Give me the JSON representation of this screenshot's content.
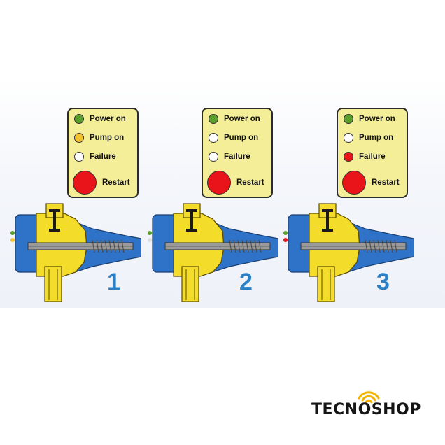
{
  "panels": [
    {
      "number": "1",
      "indicators": [
        {
          "label": "Power on",
          "color": "#5a9e2c"
        },
        {
          "label": "Pump on",
          "color": "#f2c230"
        },
        {
          "label": "Failure",
          "color": "#ffffff"
        },
        {
          "label": "Restart",
          "color": "#e8141a"
        }
      ]
    },
    {
      "number": "2",
      "indicators": [
        {
          "label": "Power on",
          "color": "#5a9e2c"
        },
        {
          "label": "Pump on",
          "color": "#ffffff"
        },
        {
          "label": "Failure",
          "color": "#ffffff"
        },
        {
          "label": "Restart",
          "color": "#e8141a"
        }
      ]
    },
    {
      "number": "3",
      "indicators": [
        {
          "label": "Power on",
          "color": "#5a9e2c"
        },
        {
          "label": "Pump on",
          "color": "#ffffff"
        },
        {
          "label": "Failure",
          "color": "#e8141a"
        },
        {
          "label": "Restart",
          "color": "#e8141a"
        }
      ]
    }
  ],
  "brand": {
    "name": "TECNOSHOP",
    "accent": "#f2b400"
  },
  "colors": {
    "body_blue": "#2f73c8",
    "body_yellow": "#f4dc2a",
    "stem_grey": "#9a9a9a"
  }
}
